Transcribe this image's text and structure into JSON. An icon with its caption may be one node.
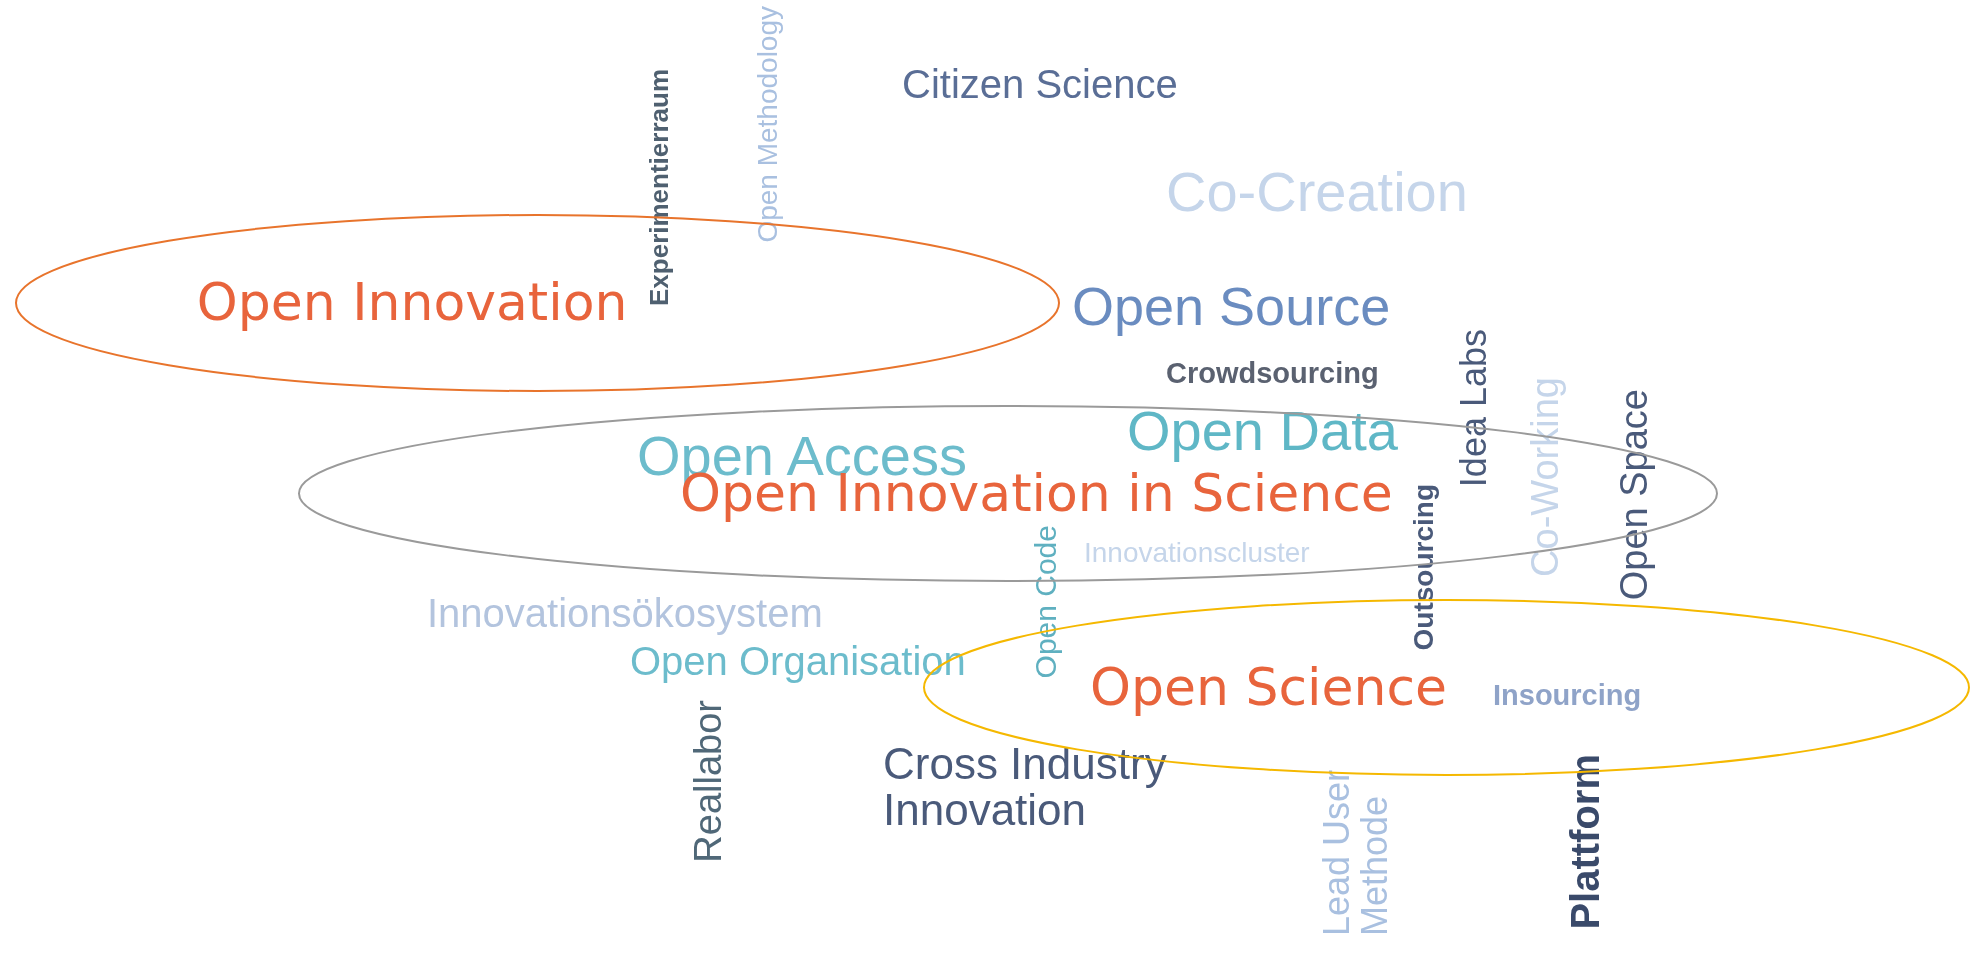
{
  "diagram": {
    "nodes": [
      {
        "text": [
          "Open Innovation"
        ]
      },
      {
        "text": [
          "Open Innovation in Science"
        ]
      },
      {
        "text": [
          "Open Science"
        ]
      }
    ],
    "labels": [
      "Open Methodology",
      "Citizen Science",
      "Experimentierraum",
      "Co-Creation",
      "Open Source",
      "Idea Labs",
      "Crowdsourcing",
      "Co-Working",
      "Open Space",
      "Open Data",
      "Open Code",
      "Open Access",
      "Outsourcing",
      "Innovationsökosystem",
      "Innovationscluster",
      "Open Organisation",
      "Insourcing",
      "Reallabor",
      "Lead User Methode",
      "Cross Industry Innovation",
      "Plattform"
    ]
  }
}
